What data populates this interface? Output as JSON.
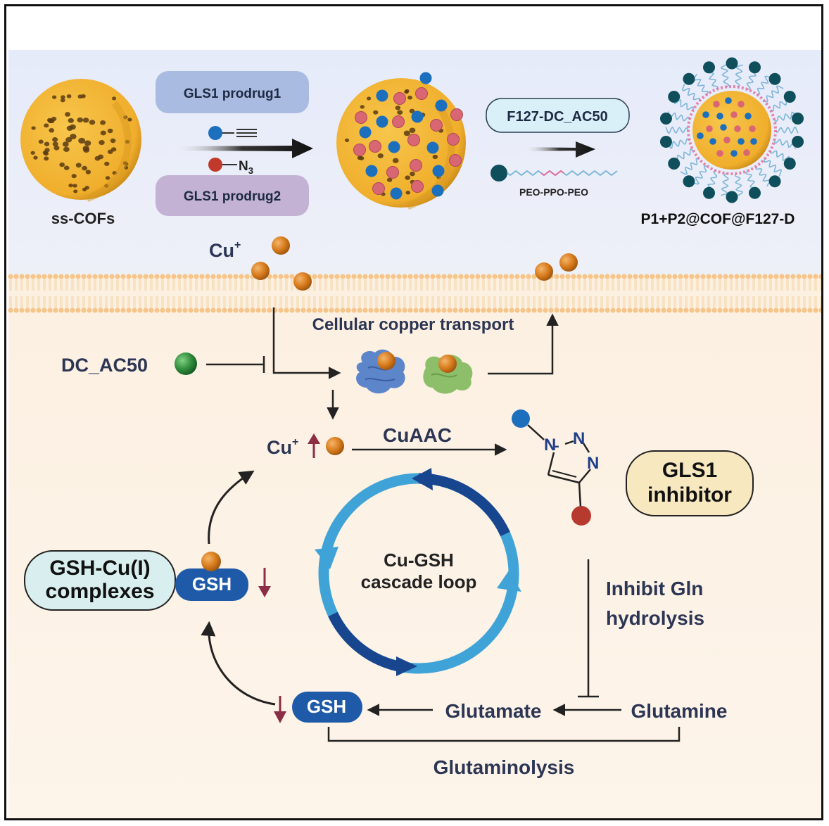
{
  "top": {
    "ss_cofs": "ss-COFs",
    "prodrug1": "GLS1 prodrug1",
    "prodrug2": "GLS1 prodrug2",
    "azide_label": "N",
    "azide_sub": "3",
    "f127_label": "F127-DC_AC50",
    "peo_label": "PEO-PPO-PEO",
    "product": "P1+P2@COF@F127-D"
  },
  "membrane": {
    "cu_ion": "Cu",
    "cu_charge": "+",
    "transport": "Cellular copper transport"
  },
  "cell": {
    "inhibitor": "DC_AC50",
    "cu_up": "Cu",
    "cu_up_charge": "+",
    "cuaac": "CuAAC",
    "triazole_n1": "N",
    "triazole_n2": "N",
    "triazole_n3": "N",
    "gls1_line1": "GLS1",
    "gls1_line2": "inhibitor",
    "complex_line1": "GSH-Cu(I)",
    "complex_line2": "complexes",
    "gsh_top": "GSH",
    "loop_line1": "Cu-GSH",
    "loop_line2": "cascade loop",
    "inhibit_line1": "Inhibit Gln",
    "inhibit_line2": "hydrolysis",
    "gsh_bottom": "GSH",
    "glutamate": "Glutamate",
    "glutamine": "Glutamine",
    "glutaminolysis": "Glutaminolysis"
  },
  "colors": {
    "top_bg": "#e9edf9",
    "cell_bg": "#fdf1e1",
    "cof_shell": "#f2b634",
    "copper": "#d5791a",
    "blue_dot": "#1c6fbd",
    "red_dot": "#d96673",
    "dark_teal": "#0f4f5c",
    "text_navy": "#2c3654",
    "gsh_pill": "#1f5aa8",
    "down_arrow": "#8a2d45",
    "inhibitor_green": "#2f8a3a"
  }
}
